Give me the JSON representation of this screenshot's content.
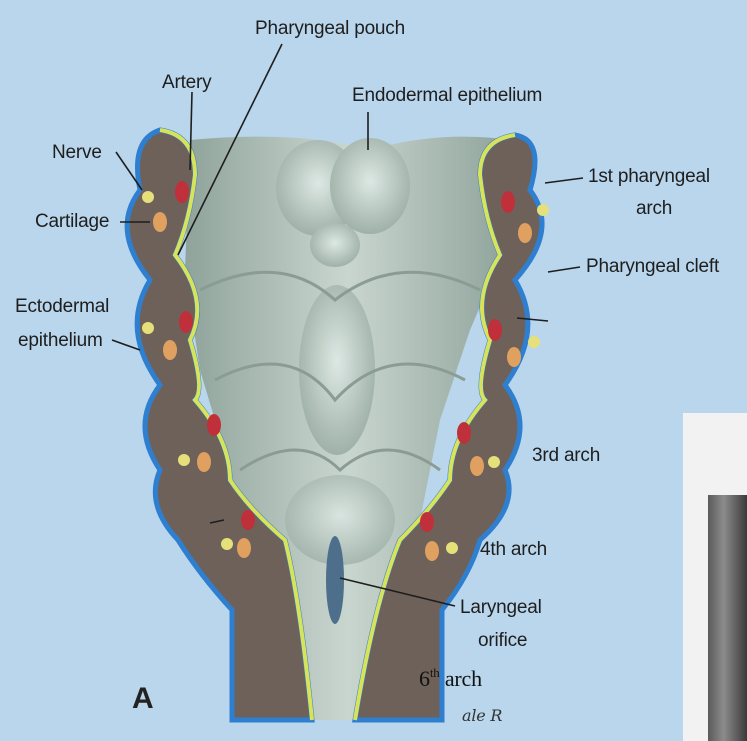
{
  "labels": {
    "pharyngeal_pouch": "Pharyngeal pouch",
    "artery": "Artery",
    "endodermal_epithelium": "Endodermal epithelium",
    "nerve": "Nerve",
    "first_arch_line1": "1st pharyngeal",
    "first_arch_line2": "arch",
    "cartilage": "Cartilage",
    "pharyngeal_cleft": "Pharyngeal cleft",
    "ectodermal_line1": "Ectodermal",
    "ectodermal_line2": "epithelium",
    "third_arch": "3rd arch",
    "fourth_arch": "4th arch",
    "laryngeal_line1": "Laryngeal",
    "laryngeal_line2": "orifice",
    "sixth_arch_num": "6",
    "sixth_arch_sup": "th",
    "sixth_arch_word": "arch",
    "figure_letter": "A",
    "signature": "ale R"
  },
  "colors": {
    "background": "#b9d6ec",
    "mesenchyme": "#6e615a",
    "ectoderm": "#2f7fd0",
    "endoderm": "#d9e35a",
    "floor": "#a9b8b0",
    "artery": "#c0303a",
    "nerve": "#e6e07a",
    "cartilage": "#e0a060"
  }
}
